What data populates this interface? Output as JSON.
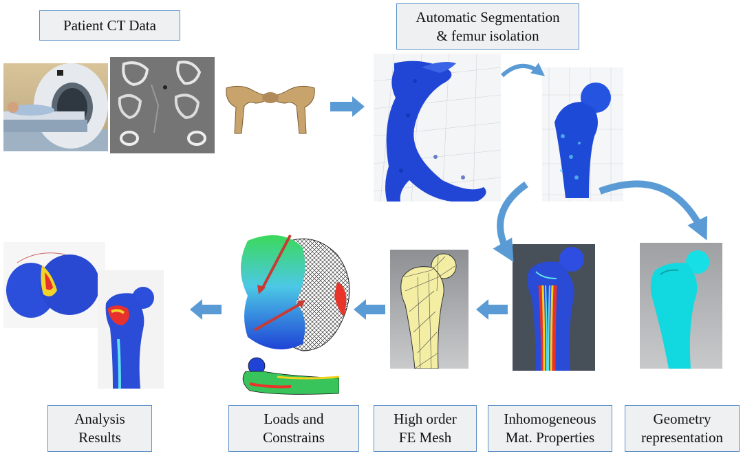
{
  "labels": {
    "patient_ct": "Patient CT Data",
    "segmentation_line1": "Automatic Segmentation",
    "segmentation_line2": "& femur isolation",
    "analysis_line1": "Analysis",
    "analysis_line2": "Results",
    "loads_line1": "Loads and",
    "loads_line2": "Constrains",
    "mesh_line1": "High order",
    "mesh_line2": "FE Mesh",
    "inhomog_line1": "Inhomogeneous",
    "inhomog_line2": "Mat. Properties",
    "geometry_line1": "Geometry",
    "geometry_line2": "representation"
  },
  "colors": {
    "box_border": "#5b8fc7",
    "box_fill": "#eef0f2",
    "arrow": "#5b9bd5",
    "fe_blue": "#1f3fd1",
    "geometry_cyan": "#17e3e8",
    "mesh_yellow": "#f2eea0"
  }
}
